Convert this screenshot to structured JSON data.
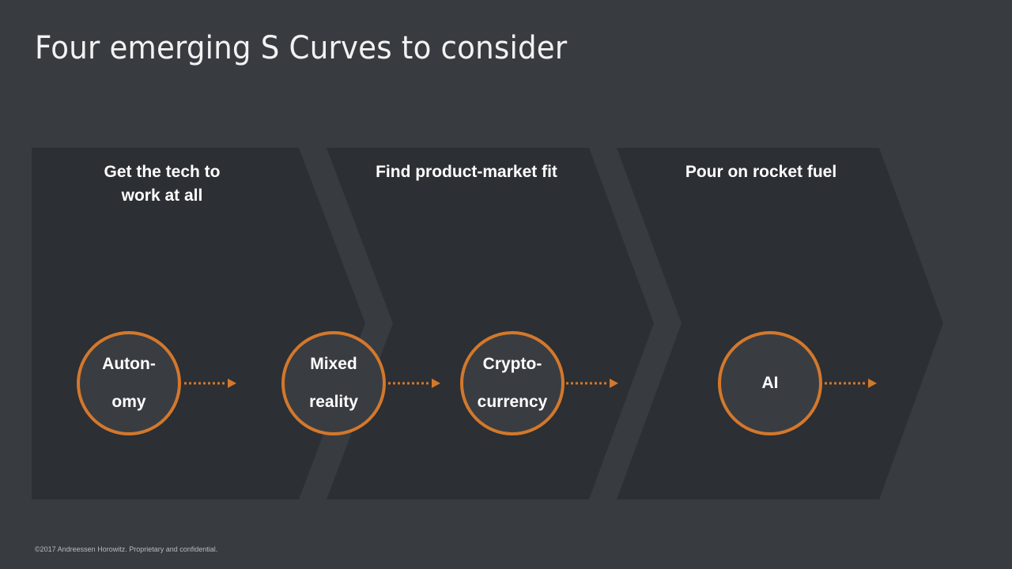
{
  "slide": {
    "title": "Four emerging S Curves to consider",
    "footer": "©2017 Andreessen Horowitz. Proprietary and confidential."
  },
  "colors": {
    "background": "#383c41",
    "panel": "#2c2f33",
    "circle_fill": "#393d42",
    "accent_orange": "#d3782c",
    "text": "#ffffff"
  },
  "stages": [
    {
      "label": "Get the tech to\nwork at all",
      "line1": "Get the tech to",
      "line2": "work at all"
    },
    {
      "label": "Find product-market fit",
      "line1": "Find product-market fit"
    },
    {
      "label": "Pour on rocket fuel",
      "line1": "Pour on rocket fuel"
    }
  ],
  "nodes": [
    {
      "label": "Auton-\nomy",
      "line1": "Auton-",
      "line2": "omy",
      "arrow": "dotted-arrow-right-icon"
    },
    {
      "label": "Mixed\nreality",
      "line1": "Mixed",
      "line2": "reality",
      "arrow": "dotted-arrow-right-icon"
    },
    {
      "label": "Crypto-\ncurrency",
      "line1": "Crypto-",
      "line2": "currency",
      "arrow": "dotted-arrow-right-icon"
    },
    {
      "label": "AI",
      "line1": "AI",
      "arrow": "dotted-arrow-right-icon"
    }
  ]
}
